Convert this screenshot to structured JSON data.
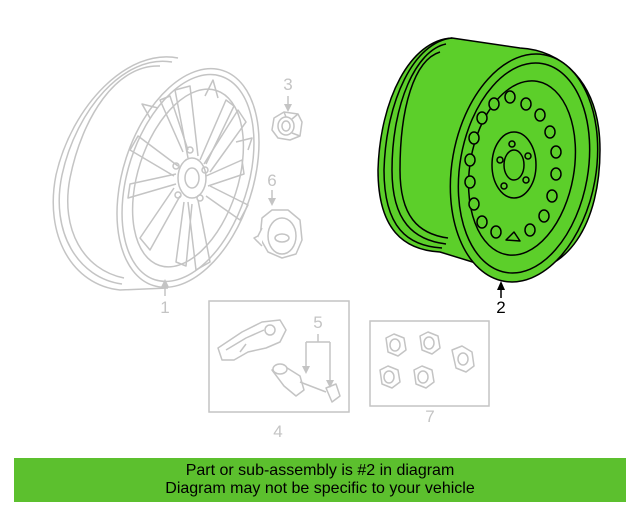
{
  "colors": {
    "highlight": "#5cc02e",
    "wheel_fill": "#5ccf2a",
    "ghost_line": "#c4c4c4",
    "outline": "#000000",
    "background": "#ffffff"
  },
  "callouts": {
    "c1": "1",
    "c2": "2",
    "c3": "3",
    "c4": "4",
    "c5": "5",
    "c6": "6",
    "c7": "7"
  },
  "banner": {
    "line1": "Part or sub-assembly is #2 in diagram",
    "line2": "Diagram may not be specific to your vehicle"
  }
}
